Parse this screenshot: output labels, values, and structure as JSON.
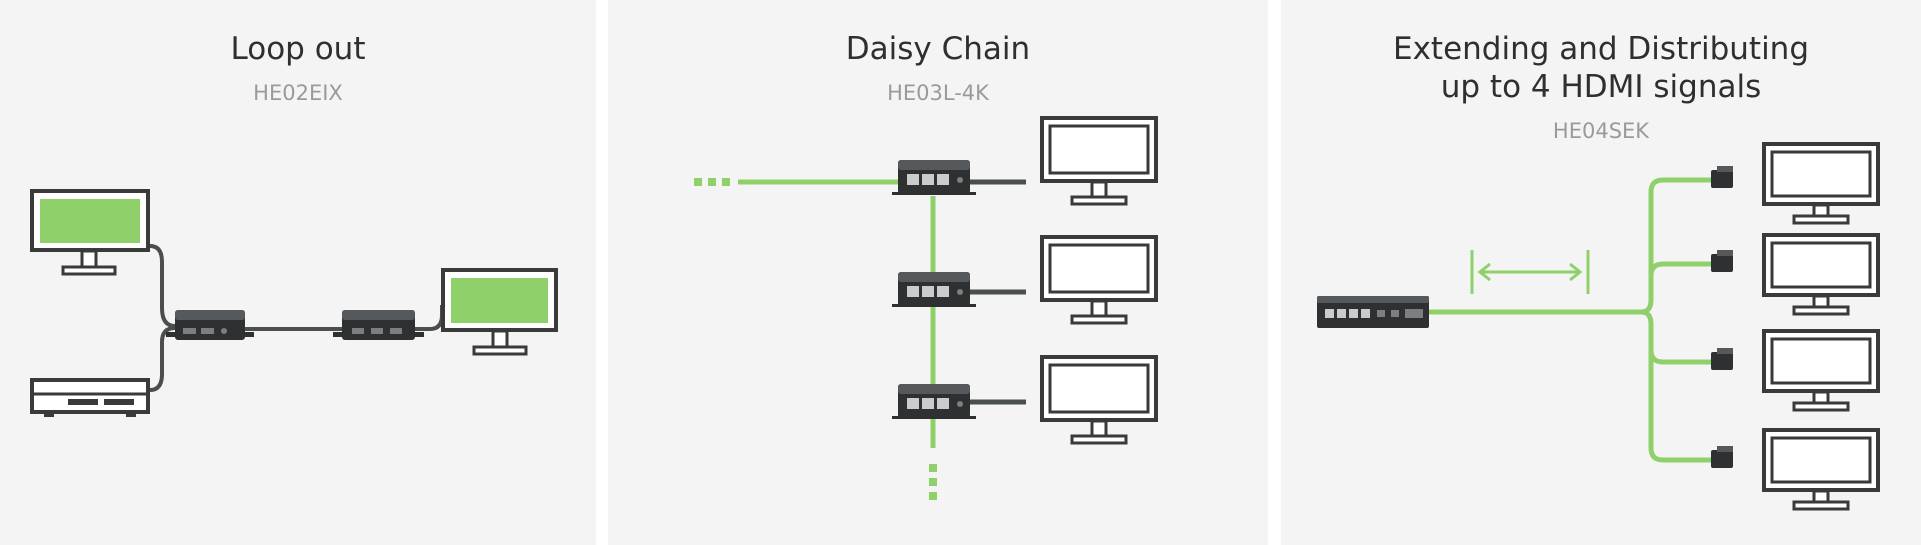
{
  "panels": [
    {
      "title": "Loop out",
      "subtitle": "HE02EIX"
    },
    {
      "title": "Daisy Chain",
      "subtitle": "HE03L-4K"
    },
    {
      "title_line1": "Extending and Distributing",
      "title_line2": "up to 4 HDMI signals",
      "subtitle": "HE04SEK"
    }
  ],
  "colors": {
    "panel_bg": "#f4f4f4",
    "signal_green": "#8fd06a",
    "cable_dark": "#4a4f4c",
    "device_dark": "#2e3031",
    "outline": "#3a3a3a",
    "title": "#2f2f2f",
    "subtitle": "#9a9a9a"
  },
  "icons": [
    "monitor-icon",
    "dvd-player-icon",
    "extender-icon",
    "switch-icon",
    "hdmi-receiver-icon",
    "distance-arrow-icon"
  ]
}
